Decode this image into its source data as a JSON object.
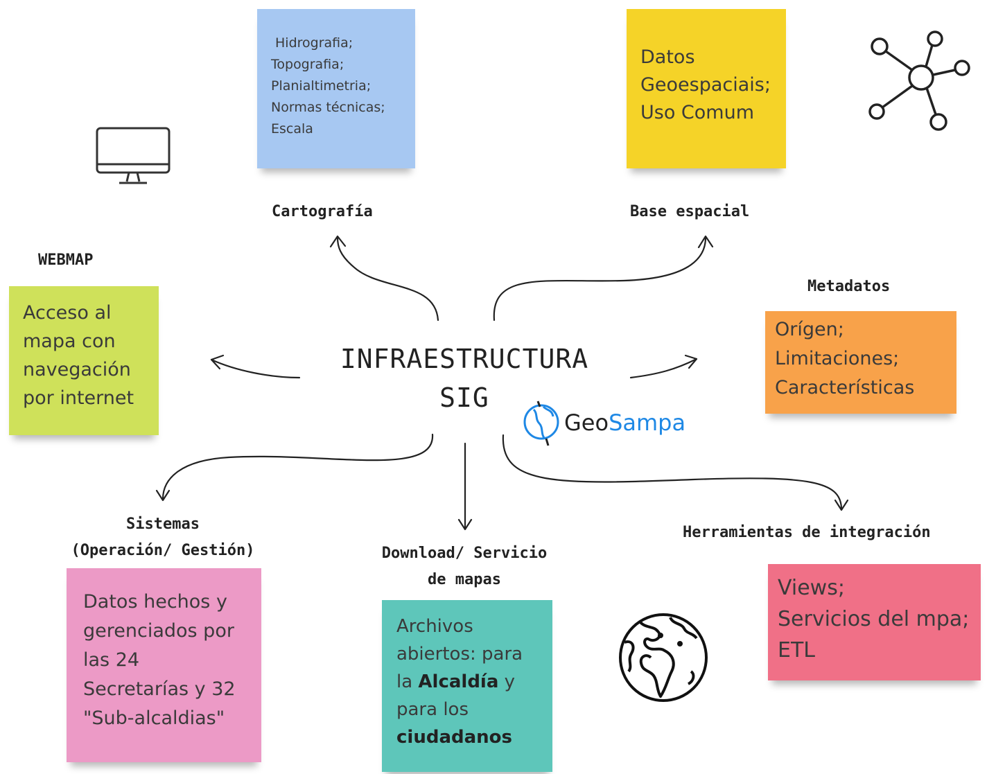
{
  "center": {
    "line1": "INFRAESTRUCTURA",
    "line2": "SIG"
  },
  "logo": {
    "geo": "Geo",
    "sampa": "Sampa",
    "geo_color": "#222222",
    "sampa_color": "#1e88e5"
  },
  "labels": {
    "webmap": "WEBMAP",
    "cartografia": "Cartografía",
    "base_espacial": "Base espacial",
    "metadatos": "Metadatos",
    "sistemas_1": "Sistemas",
    "sistemas_2": "(Operación/ Gestión)",
    "download_1": "Download/ Servicio",
    "download_2": "de mapas",
    "herramientas": "Herramientas de integración"
  },
  "notes": {
    "cartografia": {
      "color": "#a7c8f2",
      "lines": [
        "Hidrografia;",
        "Topografia;",
        "Planialtimetria;",
        "Normas técnicas;",
        "Escala"
      ]
    },
    "base_espacial": {
      "color": "#f5d328",
      "lines": [
        "Datos",
        "Geoespaciais;",
        "Uso Comum"
      ]
    },
    "webmap": {
      "color": "#cfe15a",
      "lines": [
        "Acceso al",
        "mapa con",
        "navegación",
        "por internet"
      ]
    },
    "metadatos": {
      "color": "#f8a24a",
      "lines": [
        "Orígen;",
        "Limitaciones;",
        "Características"
      ]
    },
    "sistemas": {
      "color": "#ec9ac6",
      "lines": [
        "Datos hechos y",
        "gerenciados por",
        "las 24",
        "Secretarías y 32",
        "\"Sub-alcaldias\""
      ]
    },
    "download": {
      "color": "#5ec6ba",
      "line1": "Archivos",
      "line2": "abiertos: para",
      "line3_a": "la ",
      "line3_b": "Alcaldía",
      "line3_c": " y",
      "line4": "para los",
      "line5": "ciudadanos"
    },
    "herramientas": {
      "color": "#f07087",
      "lines": [
        "Views;",
        "Servicios del mpa;",
        "ETL"
      ]
    }
  },
  "icons": [
    "monitor-icon",
    "network-icon",
    "globe-icon",
    "geosampa-logo-icon"
  ]
}
